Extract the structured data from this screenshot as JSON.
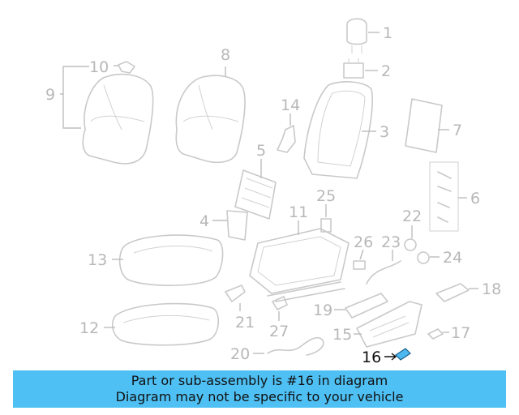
{
  "callouts": {
    "c1": "1",
    "c2": "2",
    "c3": "3",
    "c4": "4",
    "c5": "5",
    "c6": "6",
    "c7": "7",
    "c8": "8",
    "c9": "9",
    "c10": "10",
    "c11": "11",
    "c12": "12",
    "c13": "13",
    "c14": "14",
    "c15": "15",
    "c16": "16",
    "c17": "17",
    "c18": "18",
    "c19": "19",
    "c20": "20",
    "c21": "21",
    "c22": "22",
    "c23": "23",
    "c24": "24",
    "c25": "25",
    "c26": "26",
    "c27": "27"
  },
  "highlighted_part": "16",
  "colors": {
    "banner": "#4ec0f4",
    "highlight": "#4db8f0",
    "line_art": "#c9c9c9"
  },
  "banner": {
    "line1": "Part or sub-assembly is #16 in diagram",
    "line2": "Diagram may not be specific to your vehicle"
  }
}
